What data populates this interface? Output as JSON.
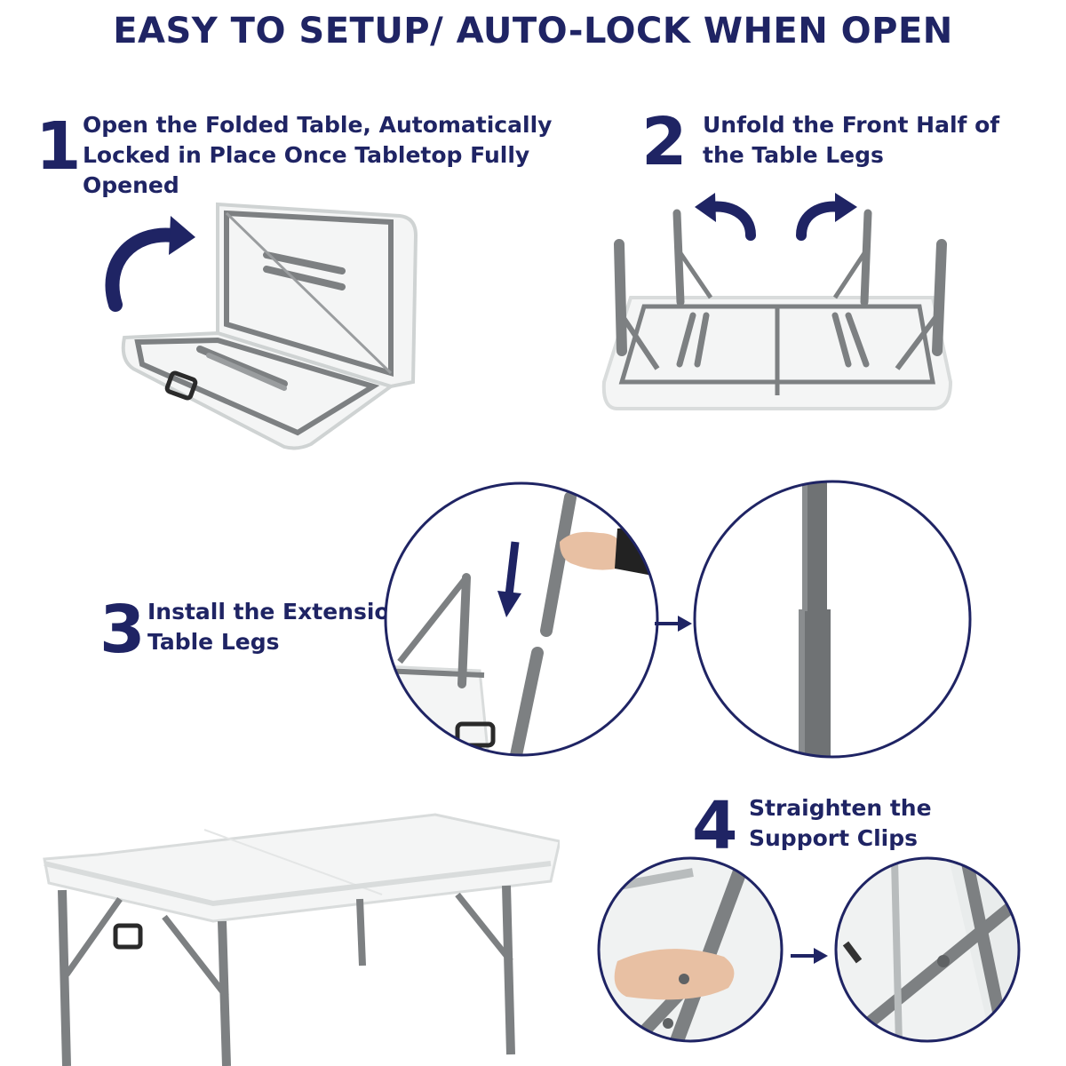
{
  "headline": "EASY TO SETUP/ AUTO-LOCK WHEN OPEN",
  "colors": {
    "navy": "#1f2464",
    "frame_gray": "#7d8082",
    "frame_dark": "#5f6264",
    "tabletop": "#f4f5f5",
    "tabletop_edge": "#d9dcdc"
  },
  "steps": [
    {
      "number": "1",
      "lines": [
        "Open the Folded Table, Automatically",
        "Locked in Place Once Tabletop Fully",
        "Opened"
      ]
    },
    {
      "number": "2",
      "lines": [
        "Unfold the Front Half of",
        "the Table Legs"
      ]
    },
    {
      "number": "3",
      "lines": [
        "Install the Extension",
        "Table Legs"
      ]
    },
    {
      "number": "4",
      "lines": [
        "Straighten the",
        "Support Clips"
      ]
    }
  ],
  "icons": [
    "curved-arrow-icon",
    "down-arrow-icon",
    "right-arrow-icon"
  ]
}
